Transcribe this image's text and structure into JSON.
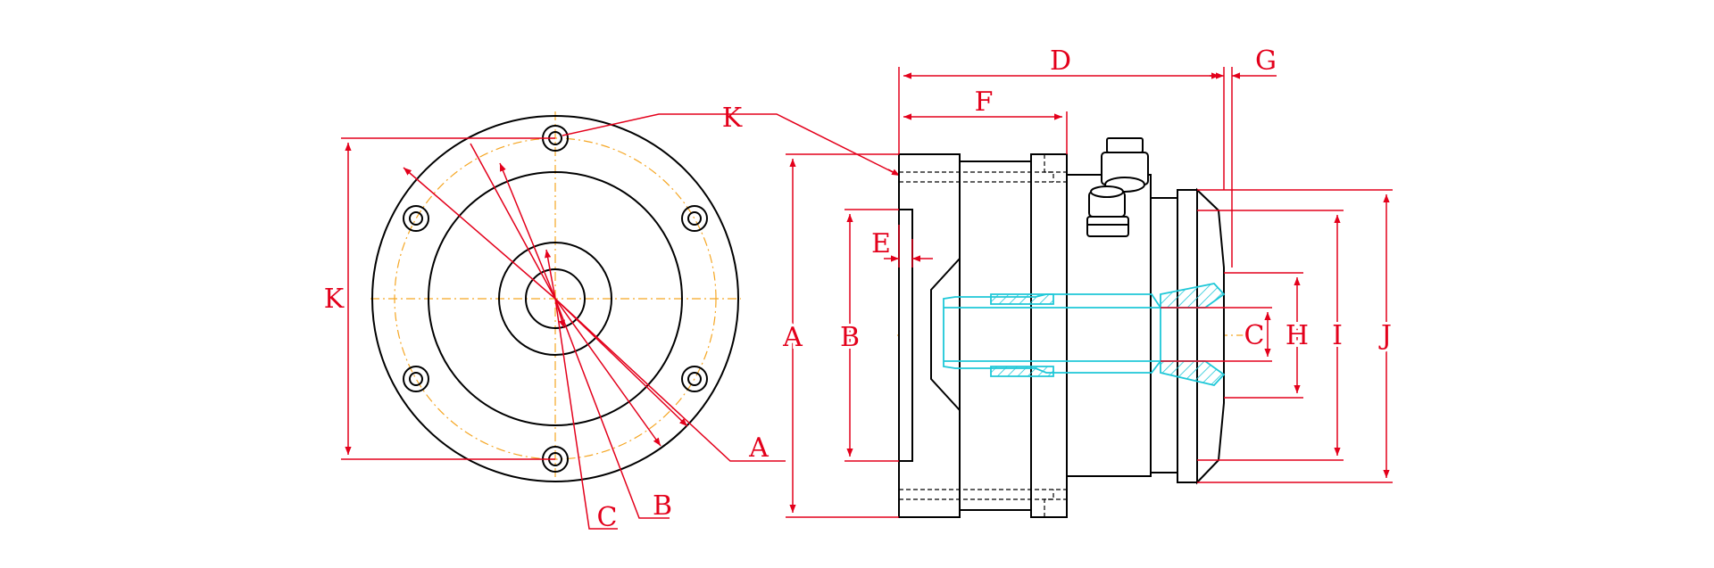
{
  "colors": {
    "outline": "#000000",
    "dimension": "#e3001b",
    "centerline": "#f5a623",
    "section": "#1fc8d8"
  },
  "front_view": {
    "labels": {
      "k_left": "K",
      "k_top": "K",
      "a": "A",
      "b": "B",
      "c": "C"
    },
    "bolt_hole_count": 6
  },
  "side_view": {
    "labels": {
      "a": "A",
      "b": "B",
      "c": "C",
      "d": "D",
      "e": "E",
      "f": "F",
      "g": "G",
      "h": "H",
      "i": "I",
      "j": "J"
    }
  }
}
